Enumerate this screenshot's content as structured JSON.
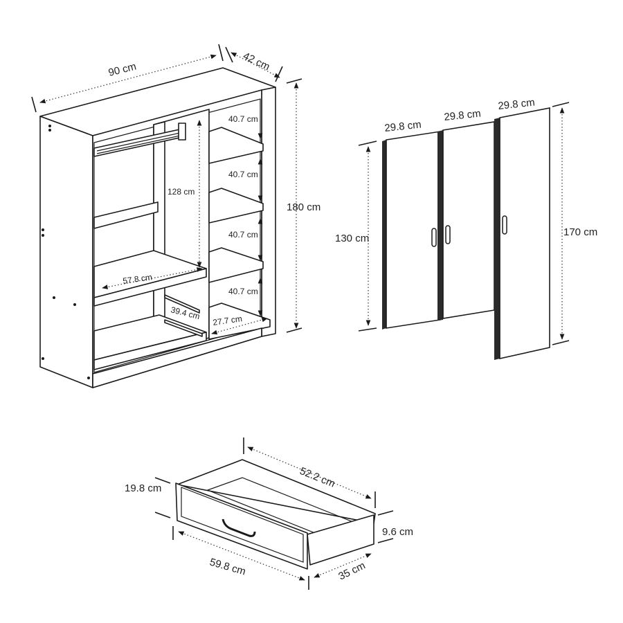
{
  "wardrobe": {
    "width": "90 cm",
    "depth": "42 cm",
    "height": "180 cm",
    "hanging_height": "128 cm",
    "shelf_gaps": [
      "40.7 cm",
      "40.7 cm",
      "40.7 cm",
      "40.7 cm"
    ],
    "inner_width_left": "57.8 cm",
    "rail_length": "39.4 cm",
    "inner_width_right": "27.7 cm"
  },
  "doors": {
    "widths": [
      "29.8 cm",
      "29.8 cm",
      "29.8 cm"
    ],
    "short_height": "130 cm",
    "tall_height": "170 cm"
  },
  "drawer": {
    "depth": "52.2 cm",
    "front_height": "19.8 cm",
    "side_height": "9.6 cm",
    "front_width": "59.8 cm",
    "side_depth": "35 cm"
  },
  "colors": {
    "line": "#1a1a1a",
    "door_edge": "#2b2b2b",
    "background": "#ffffff"
  }
}
